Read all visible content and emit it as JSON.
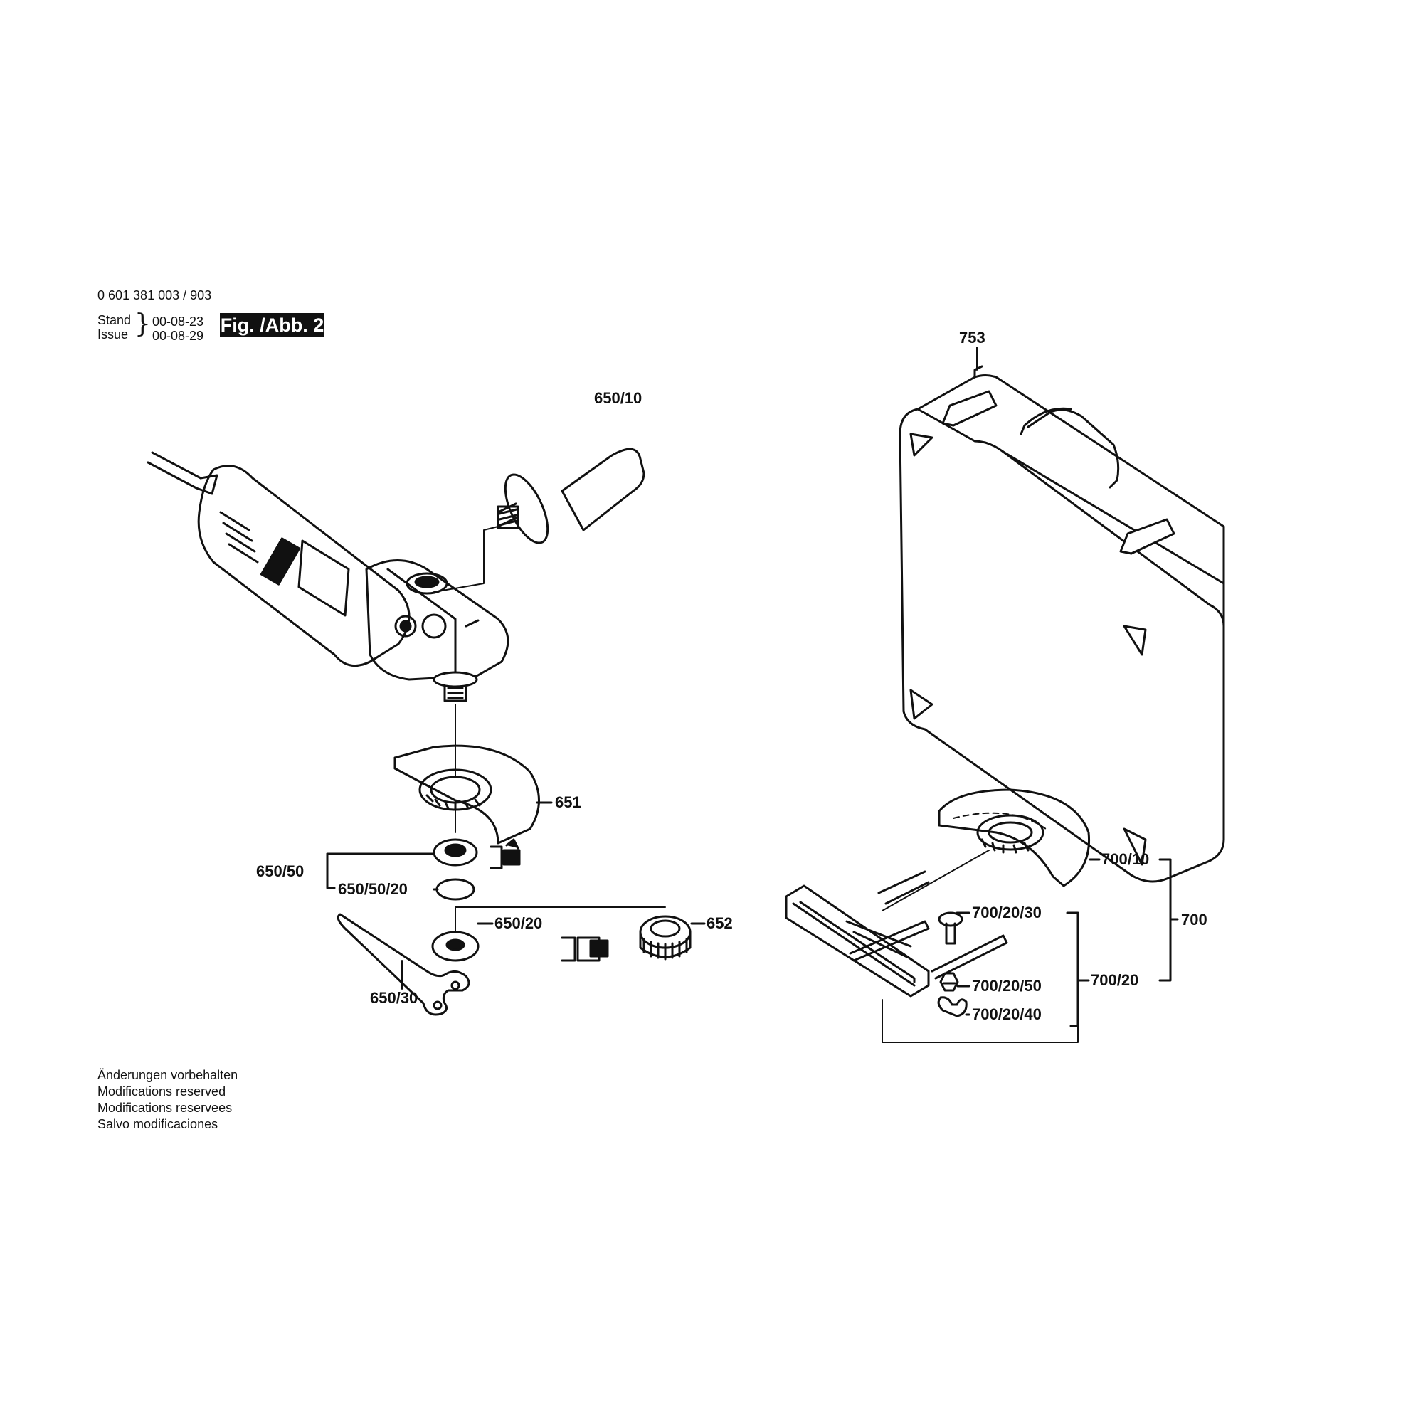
{
  "header": {
    "part_number": "0 601 381 003 / 903",
    "stand_label": "Stand",
    "issue_label": "Issue",
    "stand_date": "00-08-23",
    "issue_date": "00-08-29",
    "figure_label": "Fig. /Abb. 2"
  },
  "callouts": {
    "c650_10": "650/10",
    "c651": "651",
    "c650_50": "650/50",
    "c650_50_20": "650/50/20",
    "c650_20": "650/20",
    "c652": "652",
    "c650_30": "650/30",
    "c753": "753",
    "c700_10": "700/10",
    "c700": "700",
    "c700_20_30": "700/20/30",
    "c700_20": "700/20",
    "c700_20_50": "700/20/50",
    "c700_20_40": "700/20/40"
  },
  "footer": {
    "lines": [
      "Änderungen vorbehalten",
      "Modifications reserved",
      "Modifications reservees",
      "Salvo modificaciones"
    ]
  }
}
